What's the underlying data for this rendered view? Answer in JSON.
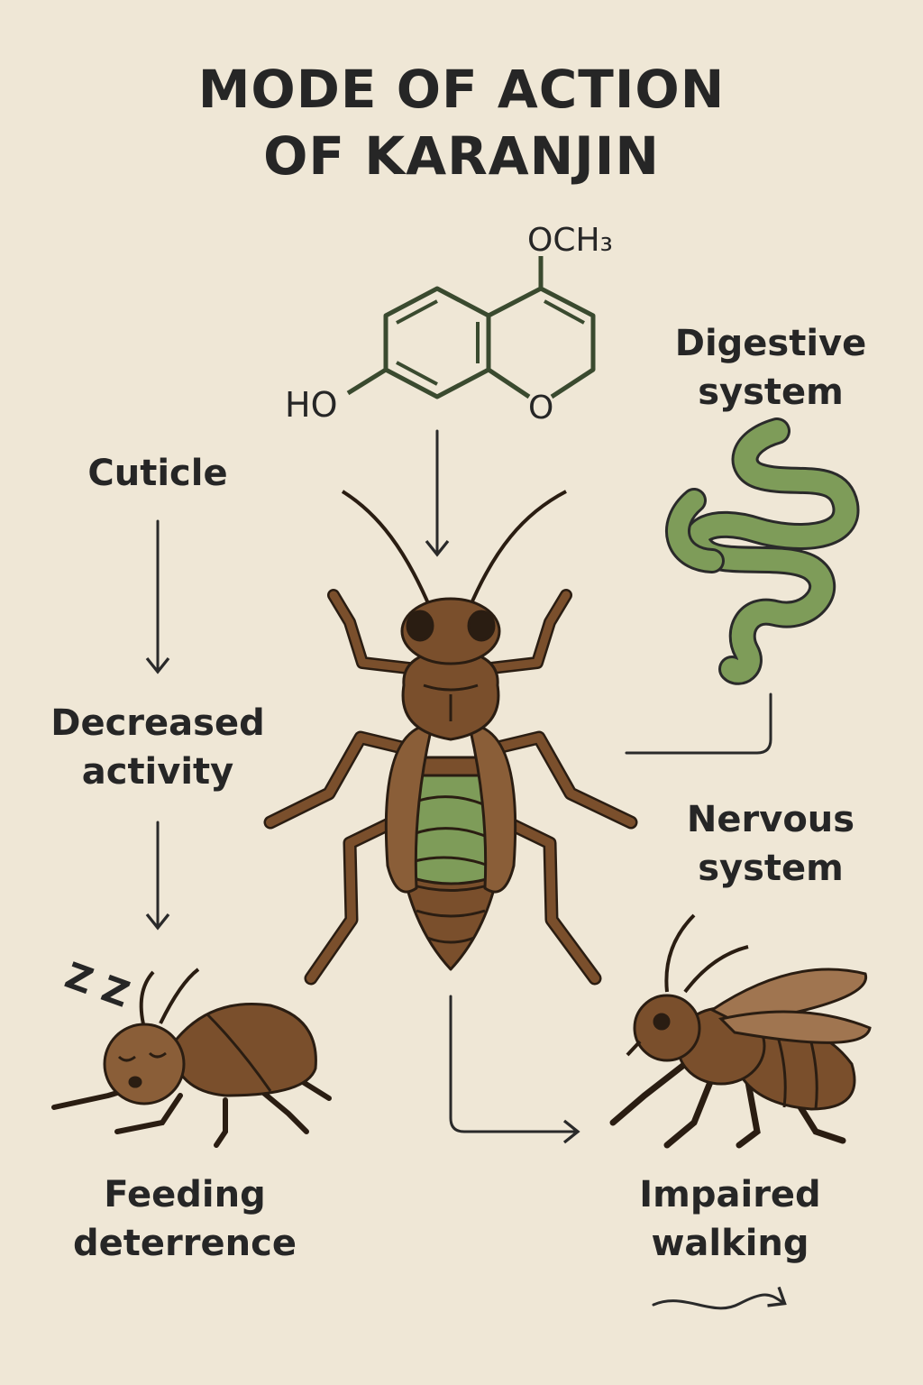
{
  "title": {
    "line1": "MODE OF ACTION",
    "line2": "OF KARANJIN"
  },
  "molecule": {
    "substituent_top": "OCH₃",
    "substituent_left": "HO",
    "ring_atom": "O"
  },
  "labels": {
    "cuticle": "Cuticle",
    "decreased_activity": {
      "line1": "Decreased",
      "line2": "activity"
    },
    "feeding_deterrence": {
      "line1": "Feeding",
      "line2": "deterrence"
    },
    "digestive_system": {
      "line1": "Digestive",
      "line2": "system"
    },
    "nervous_system": {
      "line1": "Nervous",
      "line2": "system"
    },
    "impaired_walking": {
      "line1": "Impaired",
      "line2": "walking"
    }
  },
  "sleep_text": "Z Z",
  "colors": {
    "background": "#efe7d6",
    "insect_brown": "#7a4f2c",
    "insect_outline": "#2a1d12",
    "gut_green": "#7e9c59",
    "text": "#262626",
    "molecule_green": "#3a4a2f"
  }
}
